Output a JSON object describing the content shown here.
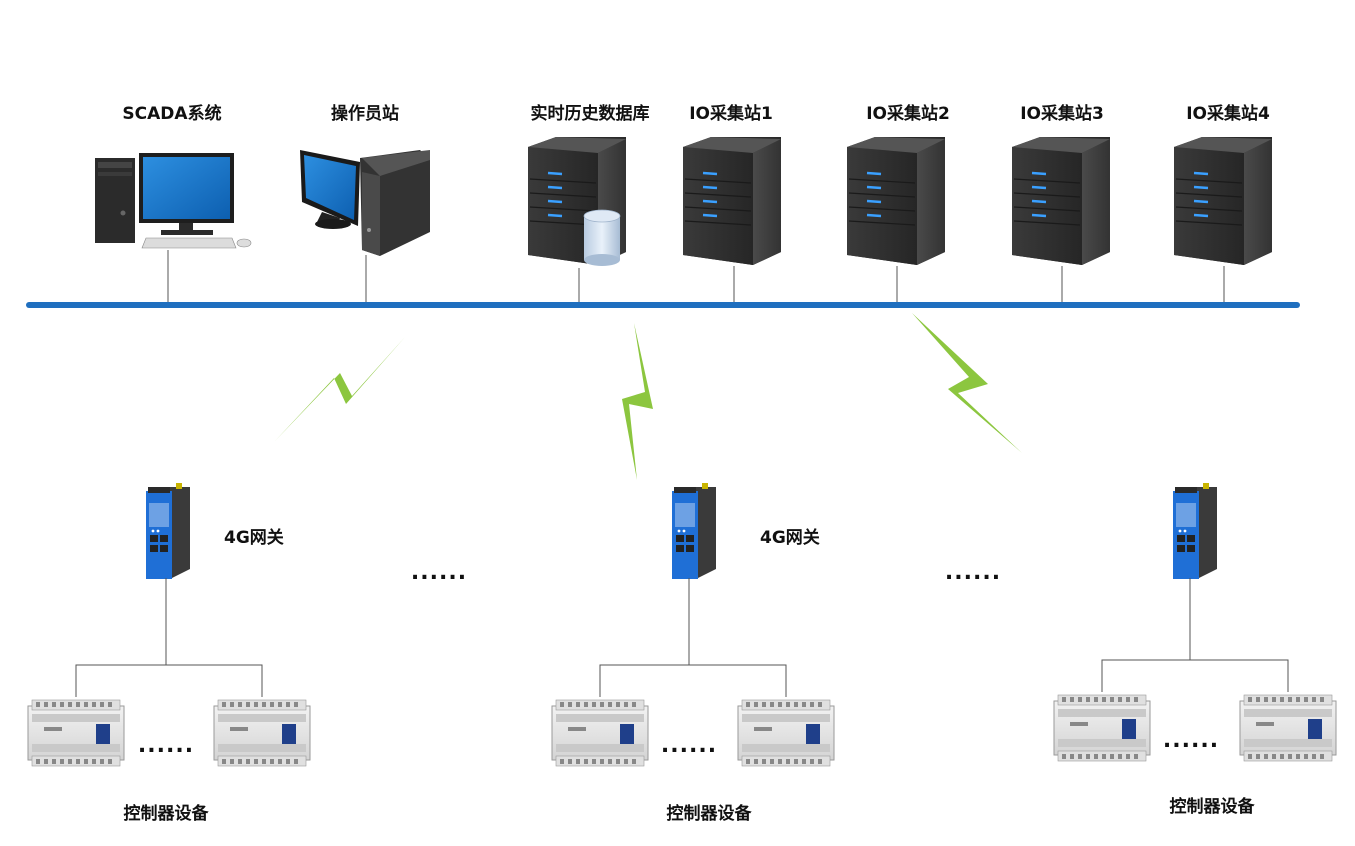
{
  "top_nodes": [
    {
      "label": "SCADA系统",
      "icon": "desktop-computer-icon"
    },
    {
      "label": "操作员站",
      "icon": "monitor-workstation-icon"
    },
    {
      "label": "实时历史数据库",
      "icon": "database-server-icon"
    },
    {
      "label": "IO采集站1",
      "icon": "server-tower-icon"
    },
    {
      "label": "IO采集站2",
      "icon": "server-tower-icon"
    },
    {
      "label": "IO采集站3",
      "icon": "server-tower-icon"
    },
    {
      "label": "IO采集站4",
      "icon": "server-tower-icon"
    }
  ],
  "gateways": [
    {
      "label": "4G网关"
    },
    {
      "label": "4G网关"
    },
    {
      "label": ""
    }
  ],
  "controller_groups": [
    {
      "label": "控制器设备"
    },
    {
      "label": "控制器设备"
    },
    {
      "label": "控制器设备"
    }
  ],
  "ellipsis": "......",
  "colors": {
    "bus": "#1f6fbf",
    "wireless": "#8cc63f",
    "line": "#555555",
    "server_body": "#2e2e2e",
    "server_led": "#3aa0ff"
  }
}
